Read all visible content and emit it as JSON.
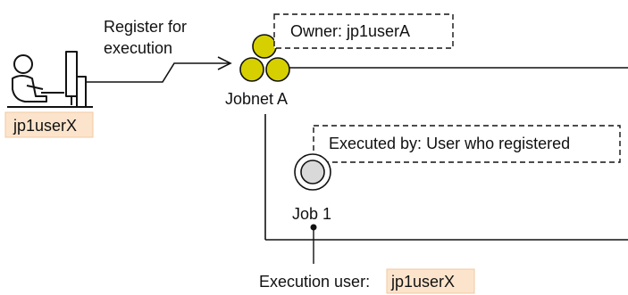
{
  "colors": {
    "background": "#ffffff",
    "stroke": "#111111",
    "jobnet_fill": "#d6d000",
    "user_tag_fill": "#fce4cc",
    "user_tag_border": "#f0c8a0",
    "job_fill": "#d9d9d9",
    "person_fill": "#ffffff"
  },
  "icons": {
    "user_workstation": "person-at-computer-icon",
    "jobnet": "three-circles-jobnet-icon",
    "job": "double-circle-job-icon"
  },
  "labels": {
    "register_line1": "Register for",
    "register_line2": "execution",
    "user_name": "jp1userX",
    "jobnet_name": "Jobnet A",
    "owner_note": "Owner: jp1userA",
    "executed_by_note": "Executed by: User who registered",
    "job_name": "Job 1",
    "execution_user_prefix": "Execution user:",
    "execution_user_value": "jp1userX"
  }
}
